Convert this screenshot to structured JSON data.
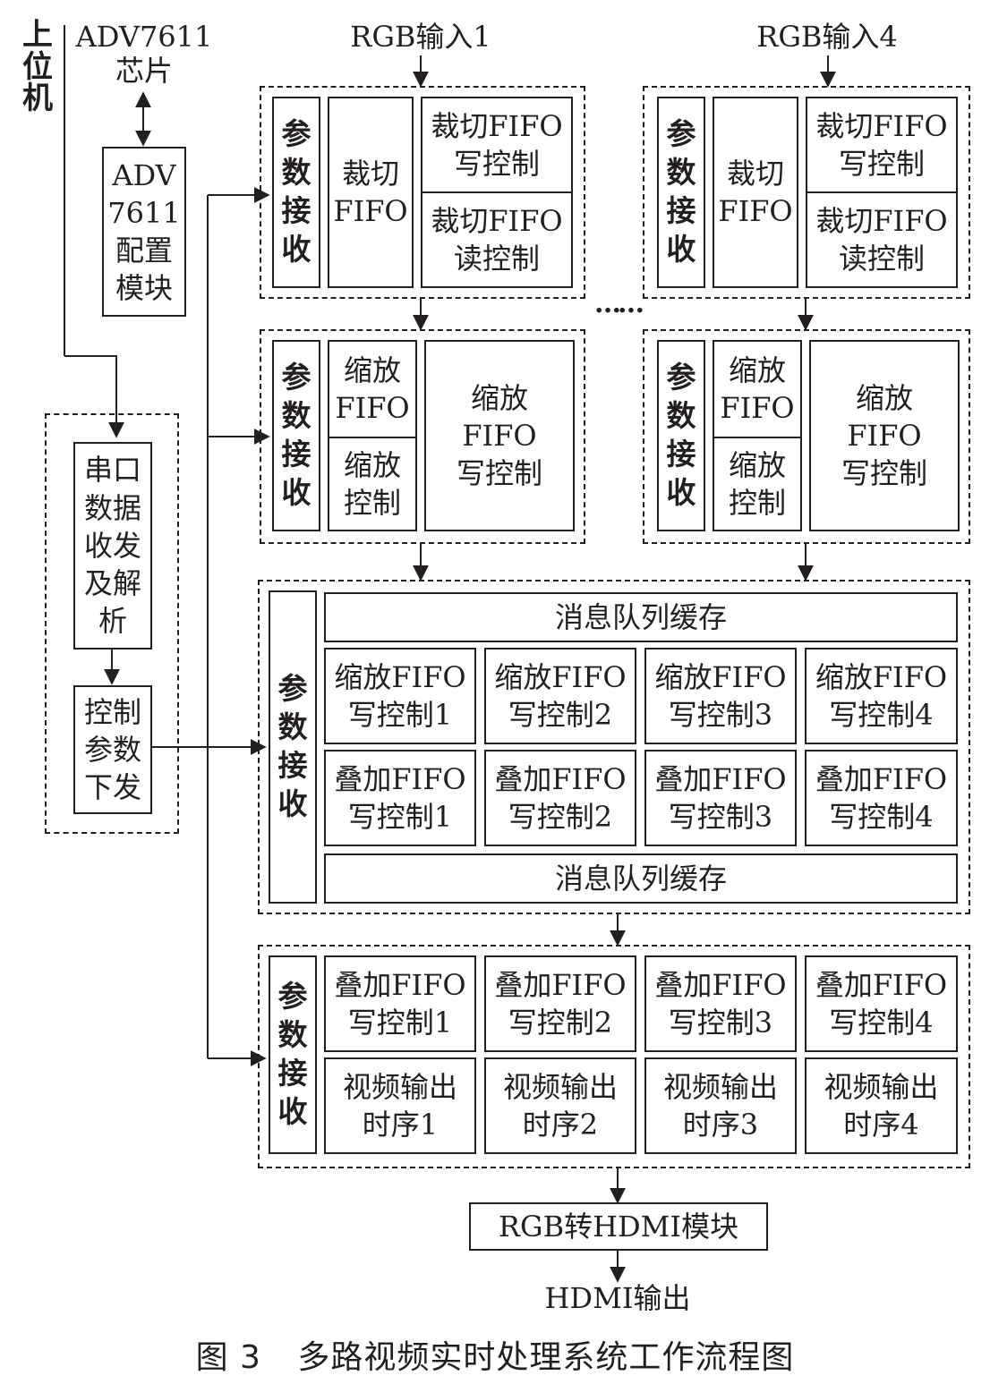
{
  "host": {
    "label": "上\n位\n机"
  },
  "adv_chip": {
    "label": "ADV7611\n芯片"
  },
  "adv_config": {
    "label": "ADV\n7611\n配置\n模块"
  },
  "serial_module": {
    "label": "串口\n数据\n收发\n及解\n析"
  },
  "control_module": {
    "label": "控制\n参数\n下发"
  },
  "param_receive": "参\n数\n接\n收",
  "inputs": {
    "rgb1": "RGB输入1",
    "rgb4": "RGB输入4"
  },
  "crop_stage": {
    "fifo": "裁切\nFIFO",
    "write_ctrl": "裁切FIFO\n写控制",
    "read_ctrl": "裁切FIFO\n读控制"
  },
  "ellipsis": "……",
  "scale_stage": {
    "fifo": "缩放\nFIFO",
    "ctrl": "缩放\n控制",
    "write_ctrl": "缩放\nFIFO\n写控制"
  },
  "queue_stage": {
    "queue_top": "消息队列缓存",
    "scale_writes": [
      "缩放FIFO\n写控制1",
      "缩放FIFO\n写控制2",
      "缩放FIFO\n写控制3",
      "缩放FIFO\n写控制4"
    ],
    "overlay_writes": [
      "叠加FIFO\n写控制1",
      "叠加FIFO\n写控制2",
      "叠加FIFO\n写控制3",
      "叠加FIFO\n写控制4"
    ],
    "queue_bottom": "消息队列缓存"
  },
  "output_stage": {
    "overlay_writes": [
      "叠加FIFO\n写控制1",
      "叠加FIFO\n写控制2",
      "叠加FIFO\n写控制3",
      "叠加FIFO\n写控制4"
    ],
    "timing": [
      "视频输出\n时序1",
      "视频输出\n时序2",
      "视频输出\n时序3",
      "视频输出\n时序4"
    ]
  },
  "converter": "RGB转HDMI模块",
  "output_label": "HDMI输出",
  "caption": {
    "figure_no": "图 3",
    "title": "多路视频实时处理系统工作流程图"
  }
}
